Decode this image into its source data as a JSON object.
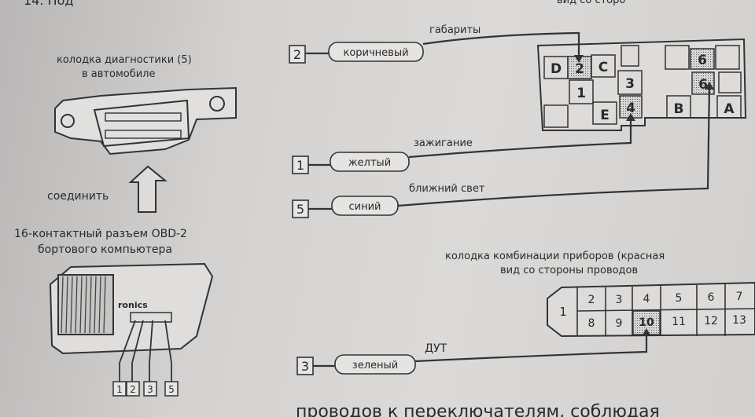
{
  "obd_car": {
    "title_line1": "колодка диагностики (5)",
    "title_line2": "в автомобиле"
  },
  "connect_label": "соединить",
  "obd_bc": {
    "title_line1": "16-контактный разъем OBD-2",
    "title_line2": "бортового компьютера",
    "brand_fragment": "ronics"
  },
  "bc_pins": [
    "1",
    "2",
    "3",
    "5"
  ],
  "wires": [
    {
      "num": "2",
      "color": "коричневый",
      "function": "габариты"
    },
    {
      "num": "1",
      "color": "желтый",
      "function": "зажигание"
    },
    {
      "num": "5",
      "color": "синий",
      "function": "ближний свет"
    },
    {
      "num": "3",
      "color": "зеленый",
      "function": "ДУТ"
    }
  ],
  "top_cut_text": "14. Под",
  "top_right_cut_text": "вид со сторо",
  "light_connector": {
    "labels": {
      "D": "D",
      "2": "2",
      "C": "C",
      "1": "1",
      "3": "3",
      "E": "E",
      "4": "4",
      "6a": "6",
      "6b": "6",
      "B": "B",
      "A": "A"
    }
  },
  "instrument_connector": {
    "title_line1": "колодка комбинации приборов (красная",
    "title_line2": "вид со стороны проводов",
    "pin1": "1",
    "top_row": [
      "2",
      "3",
      "4",
      "5",
      "6",
      "7"
    ],
    "bottom_row": [
      "8",
      "9",
      "10",
      "11",
      "12",
      "13"
    ]
  },
  "bottom_text": "проводов к переключателям, соблюдая"
}
